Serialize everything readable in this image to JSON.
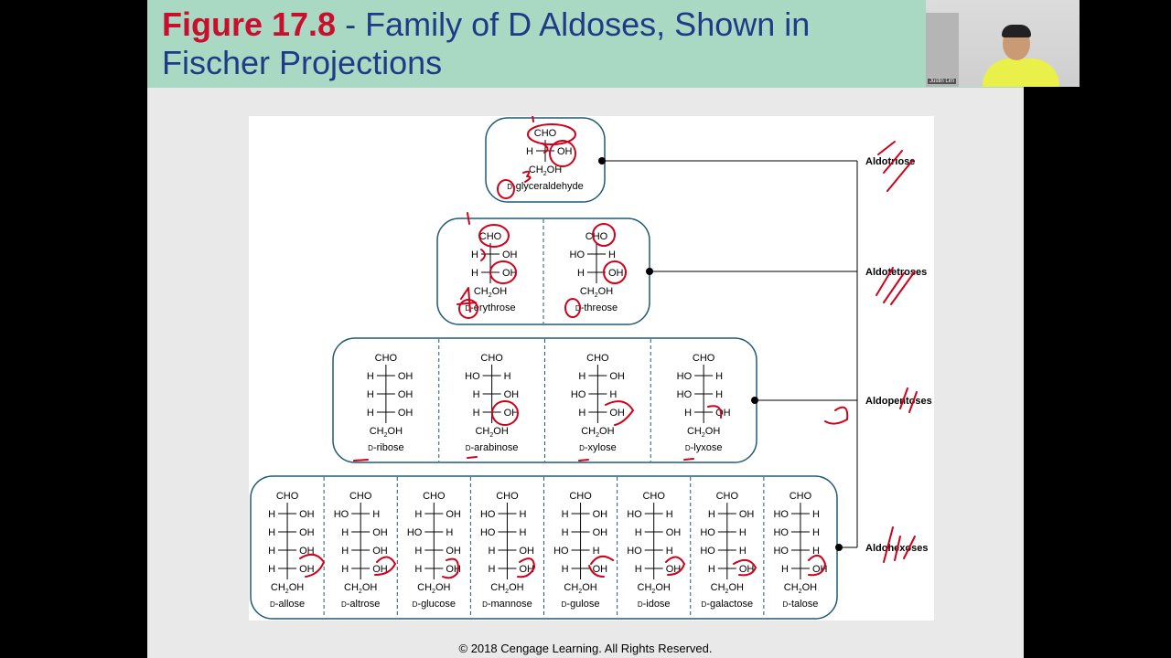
{
  "slide": {
    "title_figure": "Figure 17.8",
    "title_rest": " - Family of D Aldoses, Shown in",
    "title_line2": "Fischer Projections",
    "copyright": "© 2018 Cengage Learning. All Rights Reserved."
  },
  "webcam": {
    "name": "Justin Lim"
  },
  "groups": [
    {
      "label": "Aldotriose",
      "molecules": [
        {
          "name": "D-glyceraldehyde",
          "rows": [
            "R"
          ]
        }
      ]
    },
    {
      "label": "Aldotetroses",
      "molecules": [
        {
          "name": "D-erythrose",
          "rows": [
            "R",
            "R"
          ]
        },
        {
          "name": "D-threose",
          "rows": [
            "L",
            "R"
          ]
        }
      ]
    },
    {
      "label": "Aldopentoses",
      "molecules": [
        {
          "name": "D-ribose",
          "rows": [
            "R",
            "R",
            "R"
          ]
        },
        {
          "name": "D-arabinose",
          "rows": [
            "L",
            "R",
            "R"
          ]
        },
        {
          "name": "D-xylose",
          "rows": [
            "R",
            "L",
            "R"
          ]
        },
        {
          "name": "D-lyxose",
          "rows": [
            "L",
            "L",
            "R"
          ]
        }
      ]
    },
    {
      "label": "Aldohexoses",
      "molecules": [
        {
          "name": "D-allose",
          "rows": [
            "R",
            "R",
            "R",
            "R"
          ]
        },
        {
          "name": "D-altrose",
          "rows": [
            "L",
            "R",
            "R",
            "R"
          ]
        },
        {
          "name": "D-glucose",
          "rows": [
            "R",
            "L",
            "R",
            "R"
          ]
        },
        {
          "name": "D-mannose",
          "rows": [
            "L",
            "L",
            "R",
            "R"
          ]
        },
        {
          "name": "D-gulose",
          "rows": [
            "R",
            "R",
            "L",
            "R"
          ]
        },
        {
          "name": "D-idose",
          "rows": [
            "L",
            "R",
            "L",
            "R"
          ]
        },
        {
          "name": "D-galactose",
          "rows": [
            "R",
            "L",
            "L",
            "R"
          ]
        },
        {
          "name": "D-talose",
          "rows": [
            "L",
            "L",
            "L",
            "R"
          ]
        }
      ]
    }
  ],
  "labels": {
    "top": "CHO",
    "bottom": "CH2OH",
    "hydrogen": "H",
    "hydroxyl": "OH",
    "ho": "HO"
  },
  "colors": {
    "box_border": "#1e5b73",
    "line": "#000",
    "annotation": "#d0021b",
    "title_bg": "#a9d8c3",
    "title_text": "#1f3b87",
    "title_accent": "#c8102e"
  }
}
